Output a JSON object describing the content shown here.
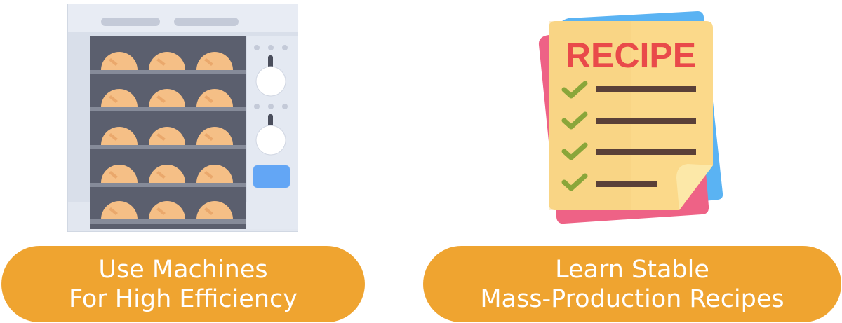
{
  "cards": [
    {
      "icon": "oven-icon",
      "caption_line1": "Use Machines",
      "caption_line2": "For High Efficiency"
    },
    {
      "icon": "recipe-icon",
      "caption_line1": "Learn Stable",
      "caption_line2": "Mass-Production Recipes"
    }
  ],
  "recipe_title": "RECIPE",
  "colors": {
    "pill": "#efa430",
    "oven_body": "#e4e9f2",
    "oven_chamber": "#5b5f6e",
    "bread": "#f5bf86",
    "paper": "#fbd98a",
    "title_red": "#e94a4a",
    "check_green": "#8aa63a"
  }
}
